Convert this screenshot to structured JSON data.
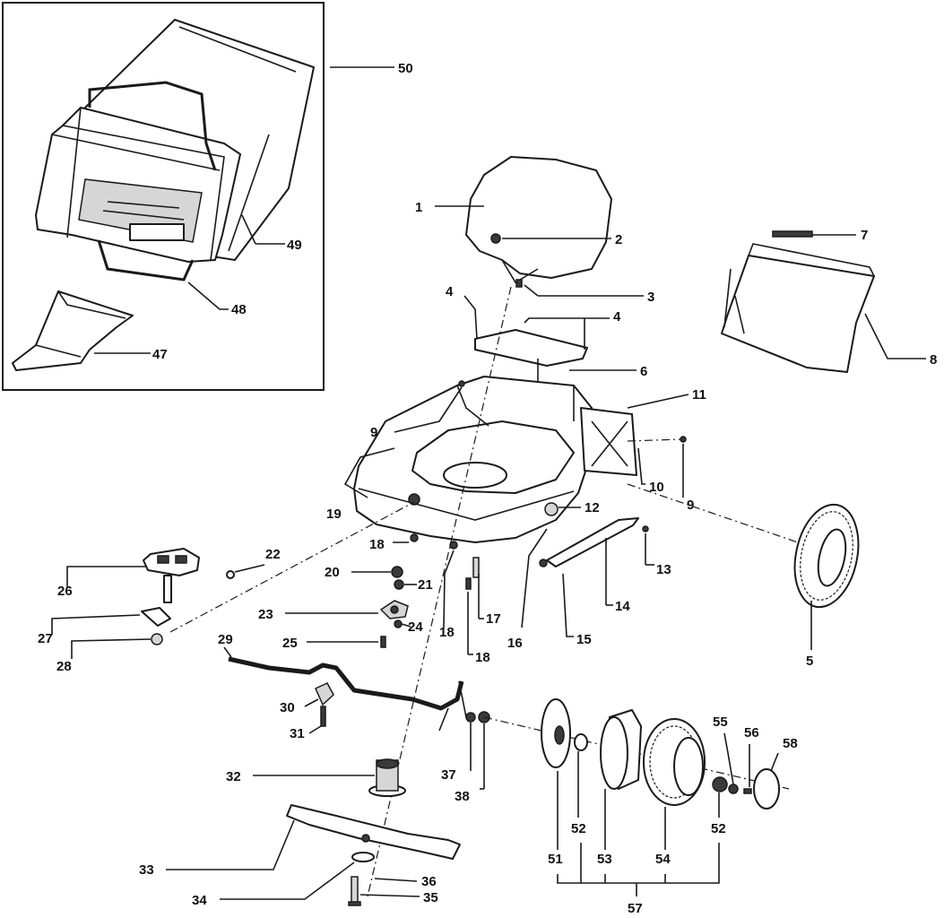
{
  "labels": {
    "p1": "1",
    "p2": "2",
    "p3": "3",
    "p4a": "4",
    "p4b": "4",
    "p5": "5",
    "p6": "6",
    "p7": "7",
    "p8": "8",
    "p9a": "9",
    "p9b": "9",
    "p10": "10",
    "p11": "11",
    "p12": "12",
    "p13": "13",
    "p14": "14",
    "p15": "15",
    "p16": "16",
    "p17": "17",
    "p18a": "18",
    "p18b": "18",
    "p18c": "18",
    "p19": "19",
    "p20": "20",
    "p21": "21",
    "p22": "22",
    "p23": "23",
    "p24": "24",
    "p25": "25",
    "p26": "26",
    "p27": "27",
    "p28": "28",
    "p29": "29",
    "p30": "30",
    "p31": "31",
    "p32": "32",
    "p33": "33",
    "p34": "34",
    "p35": "35",
    "p36": "36",
    "p37": "37",
    "p38": "38",
    "p47": "47",
    "p48": "48",
    "p49": "49",
    "p50": "50",
    "p51": "51",
    "p52a": "52",
    "p52b": "52",
    "p53": "53",
    "p54": "54",
    "p55": "55",
    "p56": "56",
    "p57": "57",
    "p58": "58"
  }
}
